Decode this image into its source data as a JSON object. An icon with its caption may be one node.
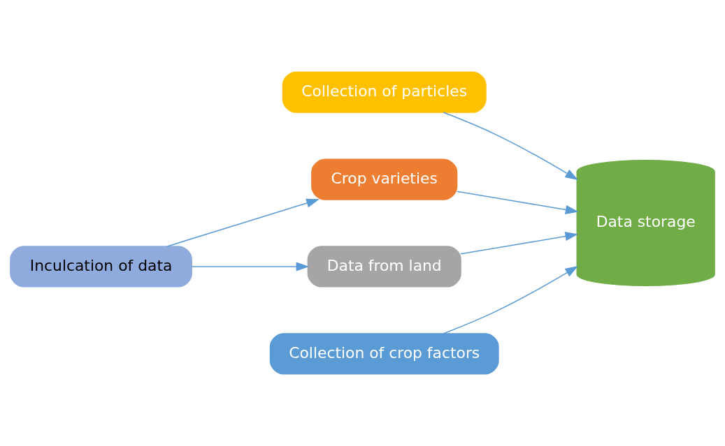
{
  "diagram": {
    "nodes": [
      {
        "text": [
          "Crop varieties"
        ]
      },
      {
        "text": [
          "Collection of particles"
        ]
      },
      {
        "text": [
          "Data storage"
        ]
      },
      {
        "text": [
          "Data from land"
        ]
      },
      {
        "text": [
          "Collection of crop factors"
        ]
      },
      {
        "text": [
          "Inculcation of data"
        ]
      }
    ],
    "edges": [
      {
        "from": 0,
        "to": 2,
        "arrow": "to"
      },
      {
        "from": 1,
        "to": 2,
        "arrow": "to"
      },
      {
        "from": 4,
        "to": 2,
        "arrow": "to"
      },
      {
        "from": 3,
        "to": 2,
        "arrow": "to"
      },
      {
        "from": 5,
        "to": 3,
        "arrow": "to"
      },
      {
        "from": 5,
        "to": 0,
        "arrow": "to"
      }
    ]
  }
}
